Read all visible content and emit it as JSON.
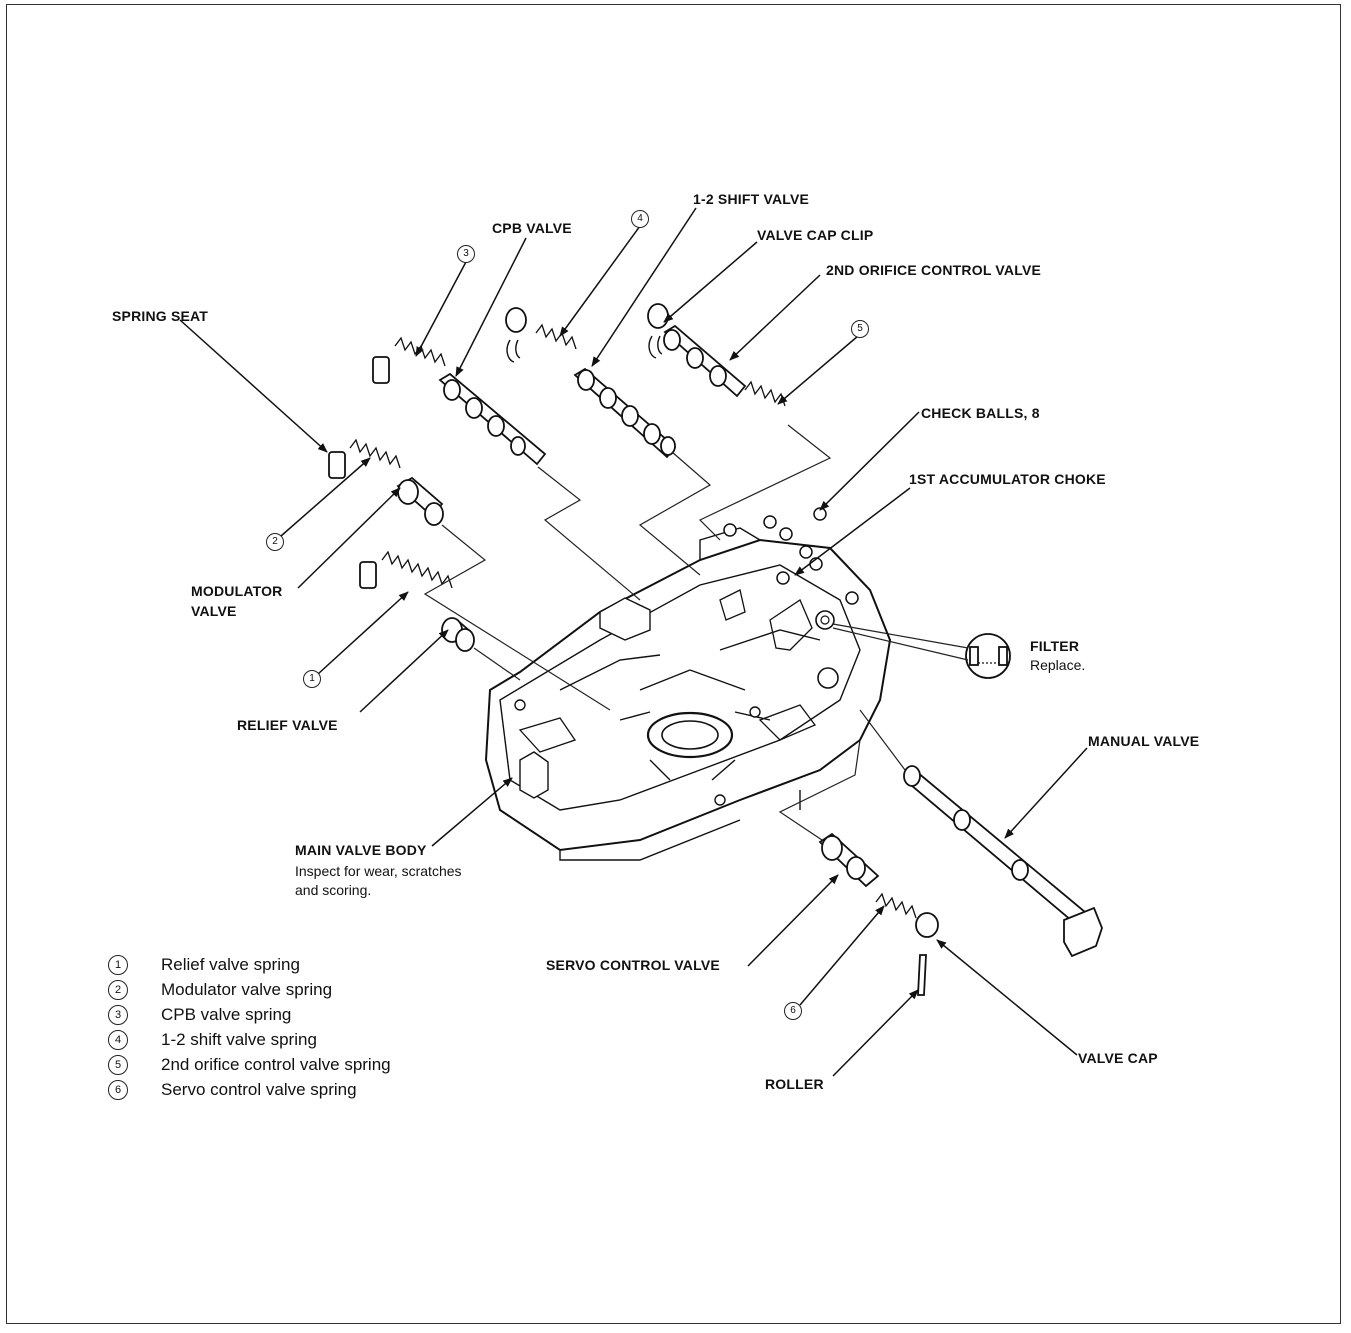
{
  "labels": {
    "spring_seat": "SPRING SEAT",
    "cpb_valve": "CPB VALVE",
    "shift_valve_1_2": "1-2 SHIFT VALVE",
    "valve_cap_clip": "VALVE CAP CLIP",
    "orifice_control_valve_2nd": "2ND ORIFICE CONTROL VALVE",
    "check_balls": "CHECK BALLS, 8",
    "accumulator_choke_1st": "1ST ACCUMULATOR CHOKE",
    "filter": "FILTER",
    "filter_note": "Replace.",
    "manual_valve": "MANUAL VALVE",
    "modulator_valve_line1": "MODULATOR",
    "modulator_valve_line2": "VALVE",
    "relief_valve": "RELIEF VALVE",
    "main_valve_body": "MAIN VALVE BODY",
    "main_valve_body_note1": "Inspect for wear, scratches",
    "main_valve_body_note2": "and scoring.",
    "servo_control_valve": "SERVO CONTROL VALVE",
    "valve_cap": "VALVE CAP",
    "roller": "ROLLER"
  },
  "callouts": {
    "c1": "1",
    "c2": "2",
    "c3": "3",
    "c4": "4",
    "c5": "5",
    "c6": "6"
  },
  "legend": [
    {
      "num": "1",
      "text": "Relief valve spring"
    },
    {
      "num": "2",
      "text": "Modulator valve spring"
    },
    {
      "num": "3",
      "text": "CPB valve spring"
    },
    {
      "num": "4",
      "text": "1-2 shift valve spring"
    },
    {
      "num": "5",
      "text": "2nd orifice control valve spring"
    },
    {
      "num": "6",
      "text": "Servo control valve spring"
    }
  ]
}
